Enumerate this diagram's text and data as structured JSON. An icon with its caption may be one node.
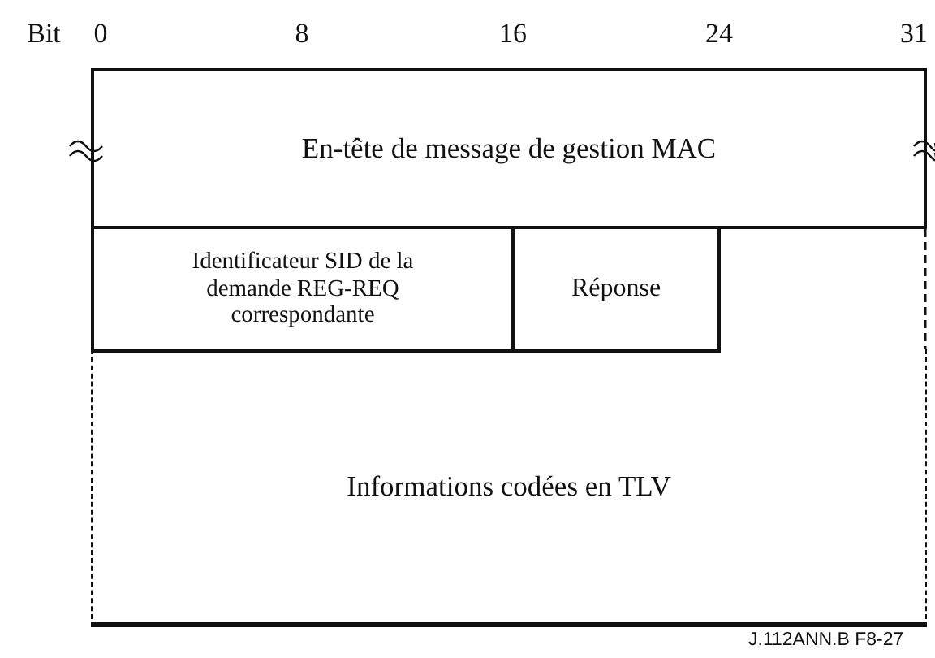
{
  "diagram": {
    "nodes": [
      {
        "text": [
          "En-tête de message de gestion MAC"
        ]
      },
      {
        "text": [
          "Identificateur SID de la demande REG-REQ correspondante"
        ]
      },
      {
        "text": [
          "Réponse"
        ]
      },
      {
        "text": [
          "Informations codées en TLV"
        ]
      }
    ],
    "labels": [
      "Bit",
      "0",
      "8",
      "16",
      "24",
      "31",
      "J.112ANN.B F8-27"
    ]
  }
}
